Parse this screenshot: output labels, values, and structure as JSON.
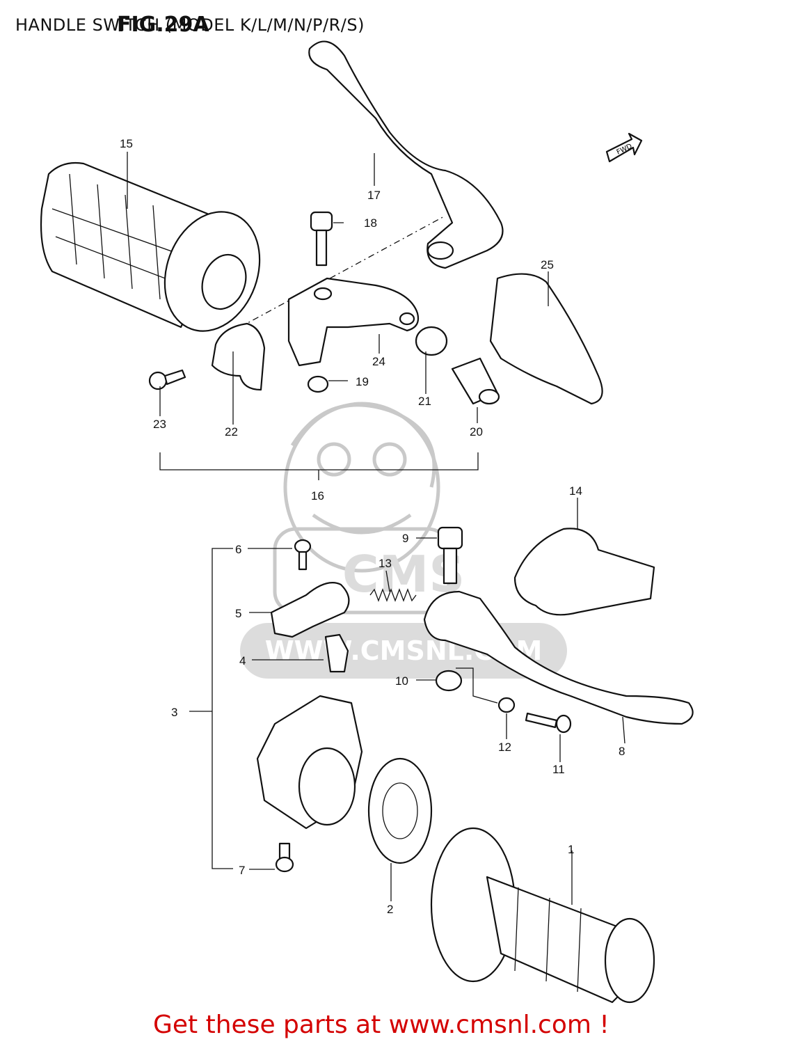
{
  "header": {
    "title": "HANDLE SWITCH (MODEL K/L/M/N/P/R/S)",
    "fig": "FIG.29A"
  },
  "watermark": {
    "logo_text": "CMS",
    "url_text": "WWW.CMSNL.COM"
  },
  "direction_badge": "FWD",
  "callouts": {
    "p1": "1",
    "p2": "2",
    "p3": "3",
    "p4": "4",
    "p5": "5",
    "p6": "6",
    "p7": "7",
    "p8": "8",
    "p9": "9",
    "p10": "10",
    "p11": "11",
    "p12": "12",
    "p13": "13",
    "p14": "14",
    "p15": "15",
    "p16": "16",
    "p17": "17",
    "p18": "18",
    "p19": "19",
    "p20": "20",
    "p21": "21",
    "p22": "22",
    "p23": "23",
    "p24": "24",
    "p25": "25"
  },
  "footer": {
    "link_text": "Get these parts at www.cmsnl.com !"
  },
  "colors": {
    "line": "#111111",
    "footer": "#d40000",
    "watermark": "#c9c9c9"
  }
}
